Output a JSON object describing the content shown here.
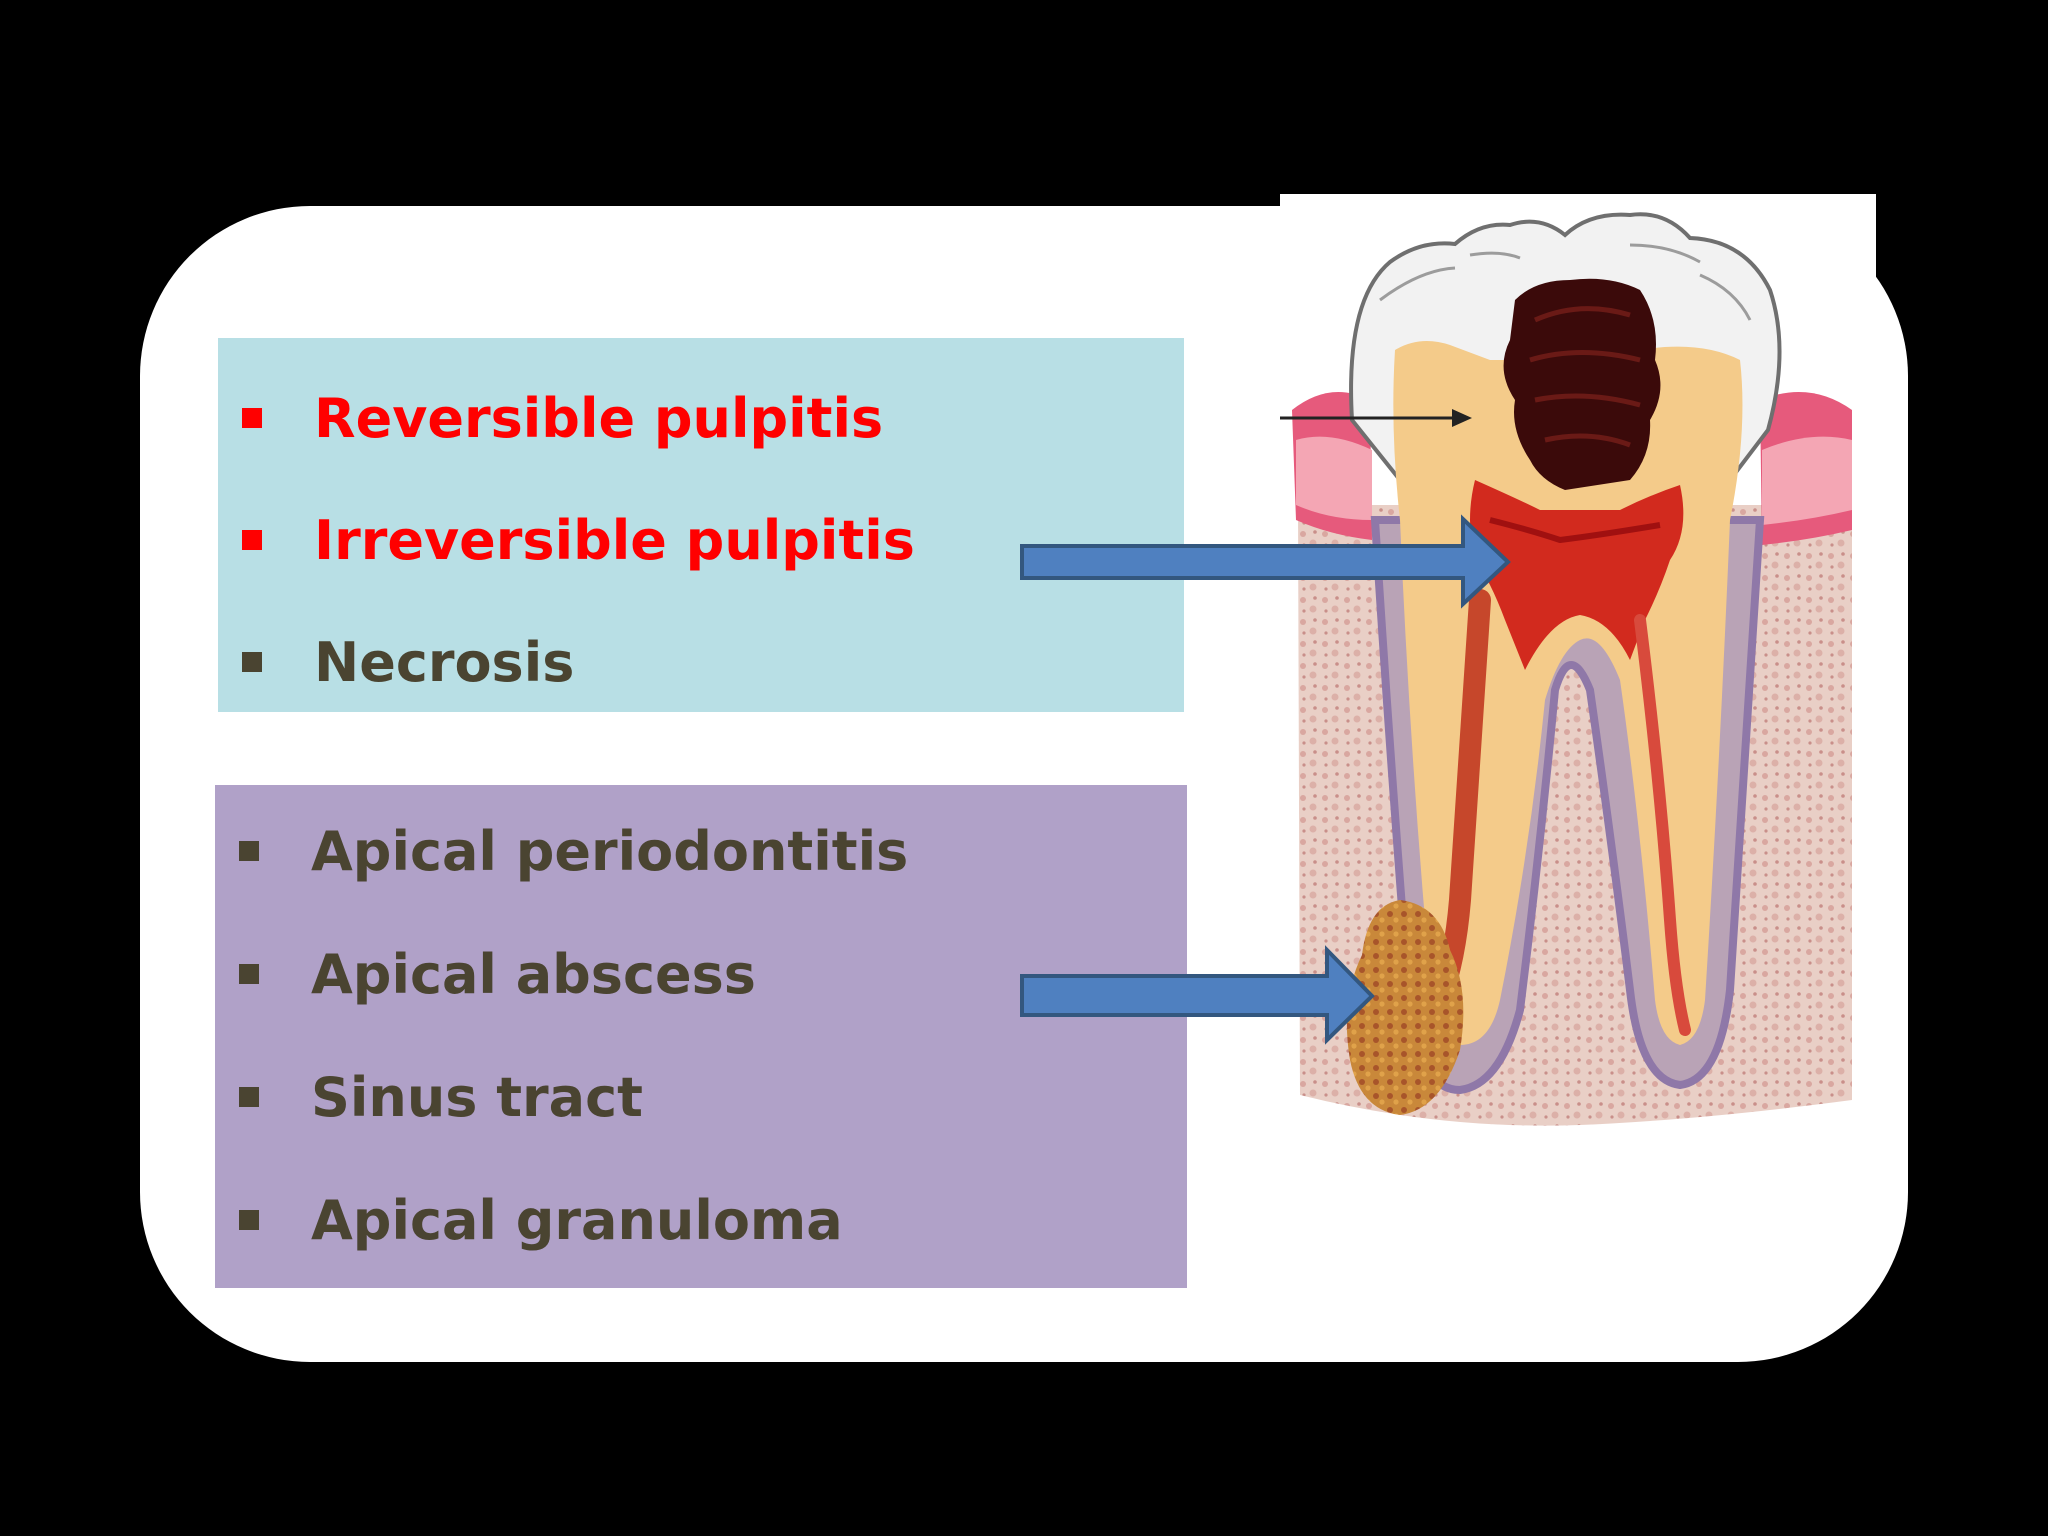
{
  "colors": {
    "background": "#000000",
    "card": "#ffffff",
    "pulp_box": "#b8dfe5",
    "periapical_box": "#b0a1c8",
    "red_text": "#ff0000",
    "dark_text": "#4a4431",
    "arrow_fill": "#4f80c0",
    "arrow_stroke": "#33577f"
  },
  "pulpal_conditions": [
    {
      "label": "Reversible pulpitis",
      "color": "#ff0000"
    },
    {
      "label": "Irreversible pulpitis",
      "color": "#ff0000"
    },
    {
      "label": "Necrosis",
      "color": "#4a4431"
    }
  ],
  "periapical_conditions": [
    {
      "label": "Apical periodontitis",
      "color": "#4a4431"
    },
    {
      "label": "Apical abscess",
      "color": "#4a4431"
    },
    {
      "label": "Sinus tract",
      "color": "#4a4431"
    },
    {
      "label": "Apical granuloma",
      "color": "#4a4431"
    }
  ],
  "illustration": {
    "subject": "molar-tooth-cross-section-with-caries-and-periapical-lesion",
    "icon": "tooth-icon"
  }
}
